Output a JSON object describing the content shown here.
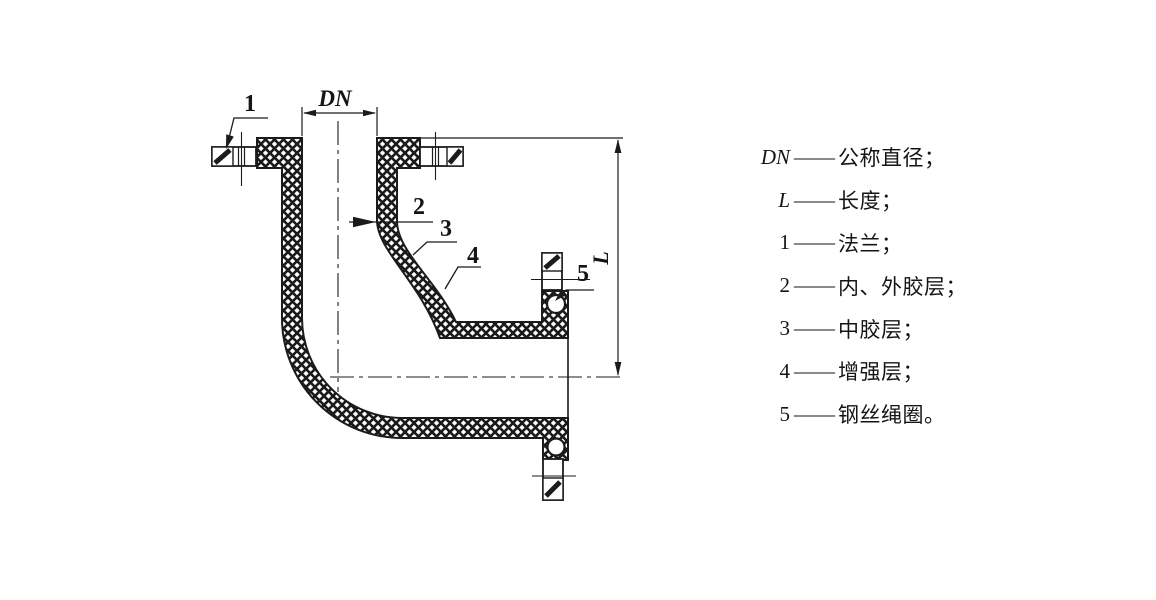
{
  "figure": {
    "title_hint": "rubber-lined flanged elbow cross-section",
    "labels": {
      "dn": "DN",
      "l": "L",
      "n1": "1",
      "n2": "2",
      "n3": "3",
      "n4": "4",
      "n5": "5"
    }
  },
  "legend": {
    "separator": "——",
    "items": [
      {
        "symbol": "DN",
        "desc": "公称直径；"
      },
      {
        "symbol": "L",
        "desc": "长度；"
      },
      {
        "symbol": "1",
        "desc": "法兰；"
      },
      {
        "symbol": "2",
        "desc": "内、外胶层；"
      },
      {
        "symbol": "3",
        "desc": "中胶层；"
      },
      {
        "symbol": "4",
        "desc": "增强层；"
      },
      {
        "symbol": "5",
        "desc": "钢丝绳圈。"
      }
    ]
  },
  "colors": {
    "ink": "#1b1b1b",
    "paper": "#ffffff"
  }
}
